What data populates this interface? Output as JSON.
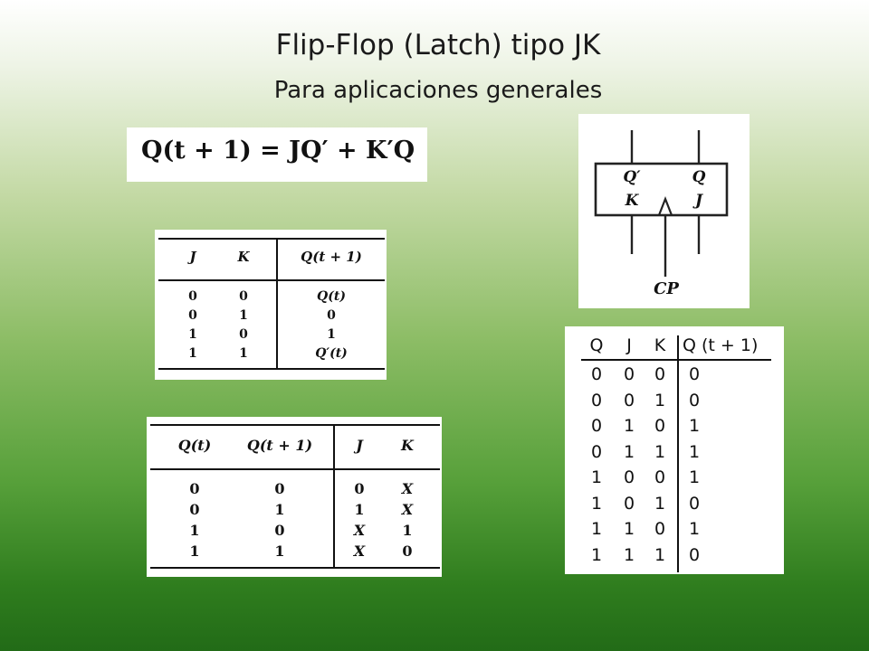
{
  "slide": {
    "title": "Flip-Flop (Latch) tipo JK",
    "subtitle": "Para aplicaciones generales"
  },
  "equation": {
    "text": "Q(t + 1) = JQ′ + K′Q"
  },
  "characteristic_table": {
    "headers": [
      "J",
      "K",
      "Q(t + 1)"
    ],
    "rows": [
      [
        "0",
        "0",
        "Q(t)"
      ],
      [
        "0",
        "1",
        "0"
      ],
      [
        "1",
        "0",
        "1"
      ],
      [
        "1",
        "1",
        "Q′(t)"
      ]
    ]
  },
  "symbol": {
    "q_bar_label": "Q′",
    "q_label": "Q",
    "k_label": "K",
    "j_label": "J",
    "clock_label": "CP"
  },
  "excitation_table": {
    "headers": [
      "Q(t)",
      "Q(t + 1)",
      "J",
      "K"
    ],
    "rows": [
      [
        "0",
        "0",
        "0",
        "X"
      ],
      [
        "0",
        "1",
        "1",
        "X"
      ],
      [
        "1",
        "0",
        "X",
        "1"
      ],
      [
        "1",
        "1",
        "X",
        "0"
      ]
    ]
  },
  "truth_table": {
    "headers": [
      "Q",
      "J",
      "K",
      "Q (t + 1)"
    ],
    "rows": [
      [
        "0",
        "0",
        "0",
        "0"
      ],
      [
        "0",
        "0",
        "1",
        "0"
      ],
      [
        "0",
        "1",
        "0",
        "1"
      ],
      [
        "0",
        "1",
        "1",
        "1"
      ],
      [
        "1",
        "0",
        "0",
        "1"
      ],
      [
        "1",
        "0",
        "1",
        "0"
      ],
      [
        "1",
        "1",
        "0",
        "1"
      ],
      [
        "1",
        "1",
        "1",
        "0"
      ]
    ]
  }
}
